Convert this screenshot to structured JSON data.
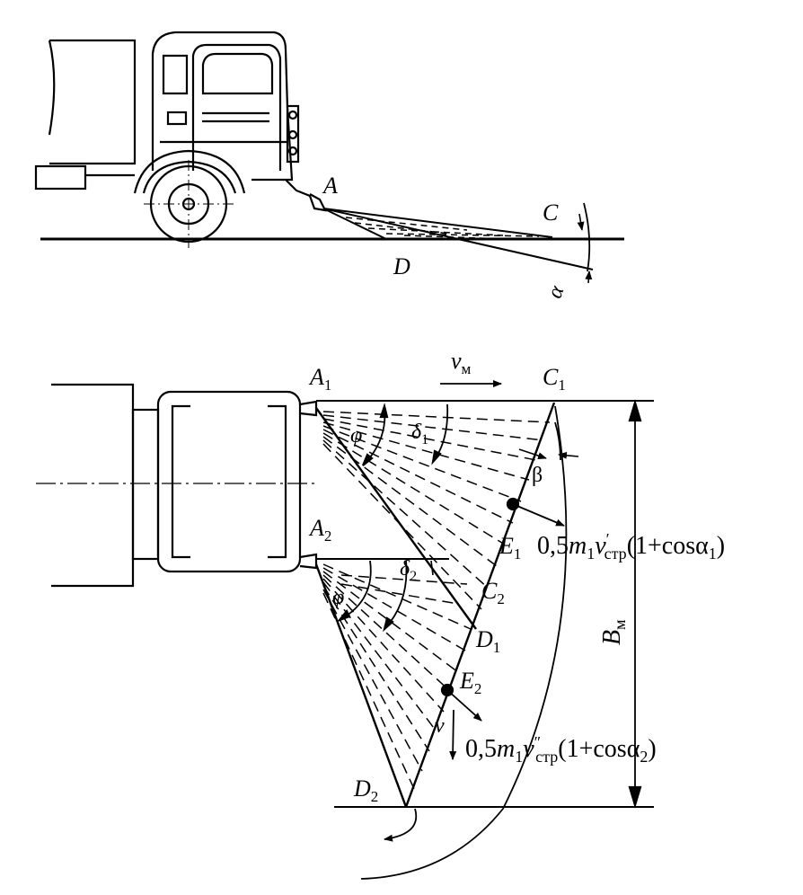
{
  "side_view": {
    "label_A": "A",
    "label_C": "C",
    "label_D": "D",
    "label_alpha": "α"
  },
  "top_view": {
    "label_A1": "A",
    "label_A1_sub": "1",
    "label_C1": "C",
    "label_C1_sub": "1",
    "label_A2": "A",
    "label_A2_sub": "2",
    "label_C2": "C",
    "label_C2_sub": "2",
    "label_D1": "D",
    "label_D1_sub": "1",
    "label_D2": "D",
    "label_D2_sub": "2",
    "label_E1": "E",
    "label_E1_sub": "1",
    "label_E2": "E",
    "label_E2_sub": "2",
    "label_vm": "v",
    "label_vm_sub": "м",
    "label_v": "v",
    "label_phi_upper": "φ",
    "label_phi_lower": "φ",
    "label_delta1": "δ",
    "label_delta1_sub": "1",
    "label_delta2": "δ",
    "label_delta2_sub": "2",
    "label_beta": "β",
    "label_Bm": "B",
    "label_Bm_sub": "м",
    "formula1": {
      "coef": "0,5",
      "m": "m",
      "m_sub": "1",
      "v": "v",
      "v_prime": "′",
      "v_sub": "стр",
      "tail": "(1+cosα",
      "tail_sub": "1",
      "close": ")"
    },
    "formula2": {
      "coef": "0,5",
      "m": "m",
      "m_sub": "1",
      "v": "v",
      "v_prime": "″",
      "v_sub": "стр",
      "tail": "(1+cosα",
      "tail_sub": "2",
      "close": ")"
    }
  }
}
